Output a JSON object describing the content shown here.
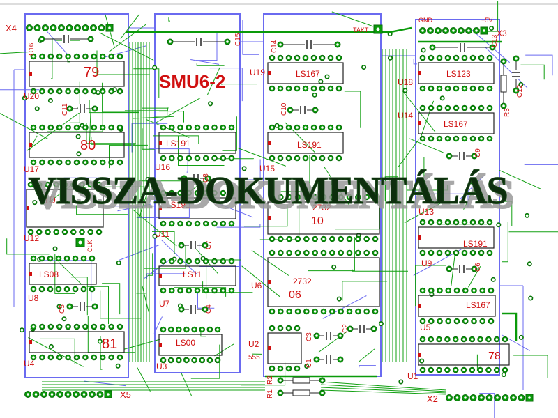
{
  "board_title": "SMU6-2",
  "overlay_title": "VISSZA-DOKUMENTÁLÁS",
  "connectors": [
    {
      "ref": "X4"
    },
    {
      "ref": "X5"
    },
    {
      "ref": "X3"
    },
    {
      "ref": "X2"
    }
  ],
  "pins": {
    "gnd": "GND",
    "vcc": "+5V",
    "takt": "TAKT",
    "clk": "CLK"
  },
  "chips": [
    {
      "ref": "U20",
      "part": "79"
    },
    {
      "ref": "U17",
      "part": "80"
    },
    {
      "ref": "U12",
      "part": "10"
    },
    {
      "ref": "U8",
      "part": "LS08"
    },
    {
      "ref": "U4",
      "part": "81"
    },
    {
      "ref": "U16",
      "part": "LS191"
    },
    {
      "ref": "U11",
      "part": "LS191"
    },
    {
      "ref": "U7",
      "part": "LS11"
    },
    {
      "ref": "U3",
      "part": "LS00"
    },
    {
      "ref": "U19",
      "part": "LS167"
    },
    {
      "ref": "U15",
      "part": "LS191"
    },
    {
      "ref": "U10",
      "part": "2732"
    },
    {
      "ref": "U10b",
      "part": "10"
    },
    {
      "ref": "U6",
      "part": "2732"
    },
    {
      "ref": "U6b",
      "part": "06"
    },
    {
      "ref": "U2",
      "part": "555"
    },
    {
      "ref": "U18",
      "part": "LS123"
    },
    {
      "ref": "U14",
      "part": "LS167"
    },
    {
      "ref": "U13",
      "part": "LS191"
    },
    {
      "ref": "U9",
      "part": ""
    },
    {
      "ref": "U5",
      "part": "LS167"
    },
    {
      "ref": "U1",
      "part": "78"
    }
  ],
  "capacitors": [
    "C16",
    "C11",
    "C5",
    "C15",
    "C8",
    "C7",
    "C4",
    "C14",
    "C10",
    "C3",
    "C2",
    "C1",
    "C13",
    "C12",
    "C9",
    "C6"
  ],
  "resistors": [
    "R3",
    "R2",
    "R1"
  ]
}
